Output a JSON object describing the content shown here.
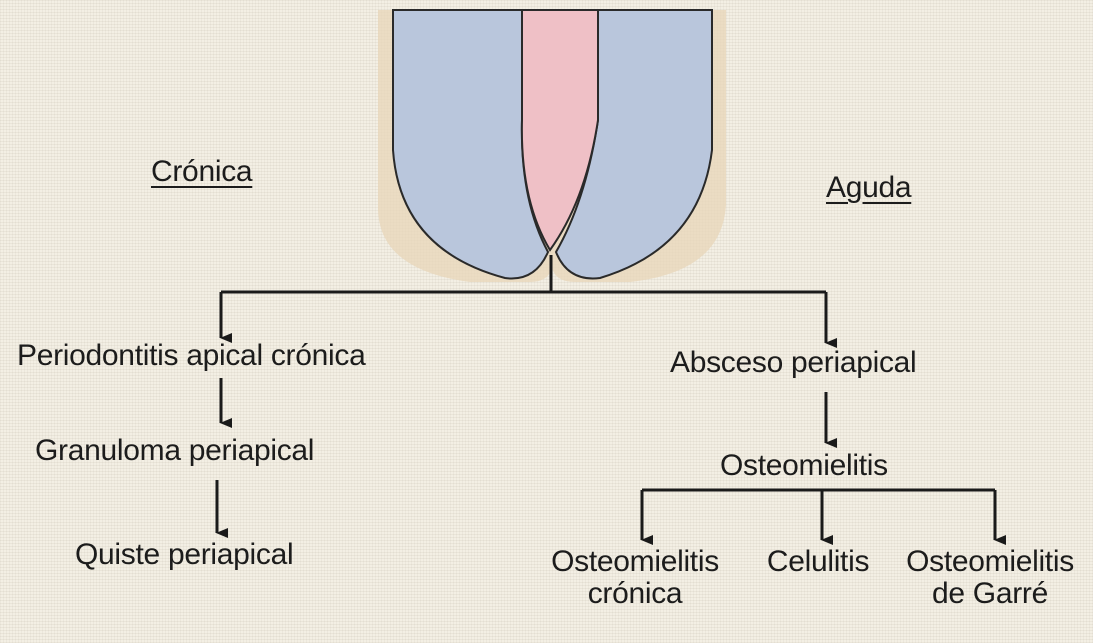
{
  "headings": {
    "left": "Crónica",
    "right": "Aguda"
  },
  "chronic_path": [
    "Periodontitis apical crónica",
    "Granuloma periapical",
    "Quiste periapical"
  ],
  "acute_path": [
    "Absceso periapical",
    "Osteomielitis"
  ],
  "osteomyelitis_outcomes": [
    {
      "line1": "Osteomielitis",
      "line2": "crónica"
    },
    {
      "line1": "Celulitis",
      "line2": ""
    },
    {
      "line1": "Osteomielitis",
      "line2": "de Garré"
    }
  ],
  "colors": {
    "tooth_left": "#b9c6dc",
    "tooth_right": "#b9c6dc",
    "pulp": "#efc0c6",
    "bone_halo": "#e8d6b8",
    "lines": "#1a1a1a",
    "text": "#1c1c1c"
  }
}
